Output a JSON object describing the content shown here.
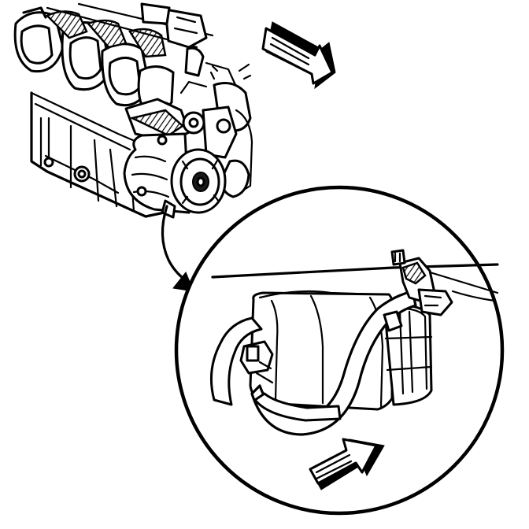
{
  "diagram": {
    "components": [
      {
        "id": "engine-block",
        "icon": "engine-block-illustration"
      },
      {
        "id": "ac-compressor",
        "icon": "compressor-illustration"
      },
      {
        "id": "detail-view",
        "icon": "magnified-circle-view"
      },
      {
        "id": "hose-assembly",
        "icon": "refrigerant-hose-illustration"
      }
    ],
    "arrows": [
      {
        "id": "vehicle-front-arrow-top",
        "direction": "down-right"
      },
      {
        "id": "callout-arrow",
        "direction": "down-right"
      },
      {
        "id": "vehicle-front-arrow-bottom",
        "direction": "up-right"
      }
    ],
    "colors": {
      "ink": "#000000",
      "paper": "#ffffff"
    }
  }
}
